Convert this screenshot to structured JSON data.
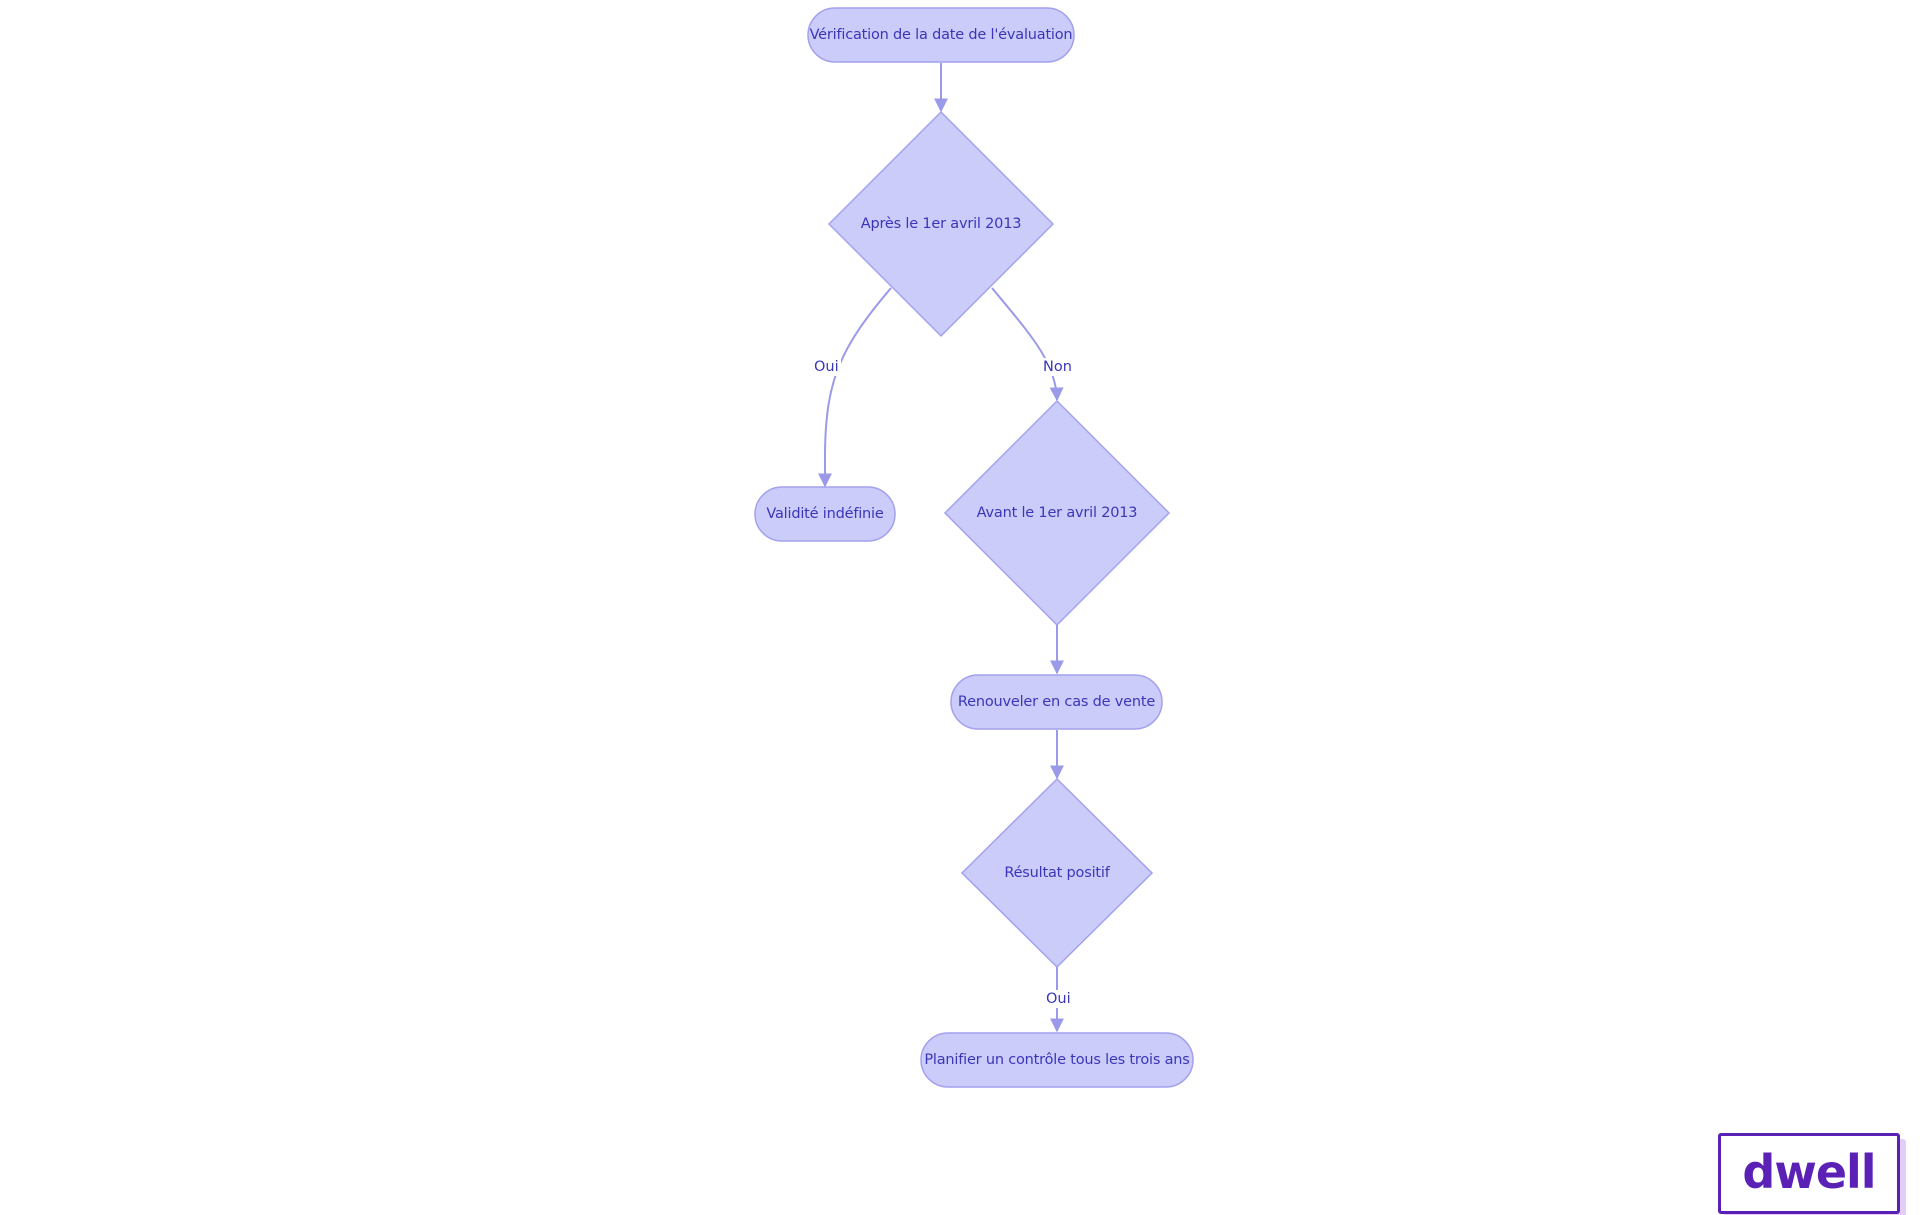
{
  "diagram": {
    "colors": {
      "node_fill": "#ccccfb",
      "node_stroke": "#a3a1ee",
      "edge": "#9a9ae8",
      "text": "#3a36b8"
    },
    "nodes": {
      "check_date": "Vérification de la date de l'évaluation",
      "after_april": "Après le 1er avril 2013",
      "indefinite": "Validité indéfinie",
      "before_april": "Avant le 1er avril 2013",
      "renew_sale": "Renouveler en cas de vente",
      "positive": "Résultat positif",
      "schedule": "Planifier un contrôle tous les trois ans"
    },
    "edge_labels": {
      "yes_1": "Oui",
      "no_1": "Non",
      "yes_2": "Oui"
    }
  },
  "logo": {
    "text": "dwell"
  }
}
